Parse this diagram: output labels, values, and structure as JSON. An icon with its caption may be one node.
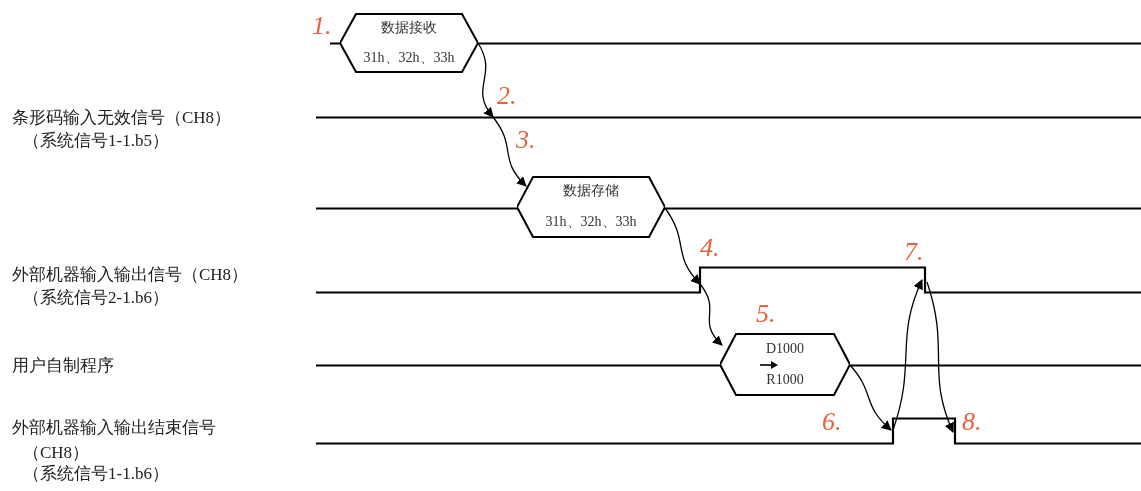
{
  "diagram": {
    "nodes": [
      {
        "text": [],
        "shape": "line"
      },
      {
        "text": [
          "数据接收",
          "31h、32h、33h"
        ]
      },
      {
        "text": [],
        "shape": "line"
      },
      {
        "text": [],
        "shape": "line"
      },
      {
        "text": [
          "数据存储",
          "31h、32h、33h"
        ]
      },
      {
        "text": [],
        "shape": "line"
      },
      {
        "text": [],
        "shape": "line"
      },
      {
        "text": [
          "D1000",
          "R1000"
        ]
      },
      {
        "text": [],
        "shape": "line"
      }
    ],
    "edges": [
      {
        "from": 1,
        "to": 2,
        "arrow": "to"
      },
      {
        "from": 2,
        "to": 4,
        "arrow": "to"
      },
      {
        "from": 4,
        "to": 5,
        "arrow": "to"
      },
      {
        "from": 5,
        "to": 7,
        "arrow": "to"
      },
      {
        "from": 7,
        "to": 8,
        "arrow": "to"
      },
      {
        "from": 8,
        "to": 5,
        "arrow": "to"
      },
      {
        "from": 5,
        "to": 8,
        "arrow": "to"
      }
    ],
    "labels": [
      "1.",
      "条形码输入无效信号（CH8）",
      "（系统信号1-1.b5）",
      "2.",
      "3.",
      "外部机器输入输出信号（CH8）",
      "（系统信号2-1.b6）",
      "4.",
      "7.",
      "5.",
      "用户自制程序",
      "6.",
      "8.",
      "外部机器输入输出结束信号",
      "（CH8）",
      "（系统信号1-1.b6）"
    ]
  }
}
